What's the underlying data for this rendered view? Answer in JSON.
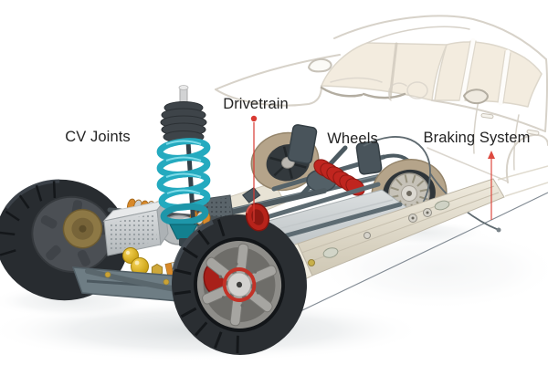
{
  "figure": {
    "type": "technical-illustration",
    "subject": "Electric vehicle rolling chassis cutaway with ghosted car body outline",
    "labels": {
      "cv_joints": {
        "text": "CV Joints",
        "marker": "none"
      },
      "drivetrain": {
        "text": "Drivetrain",
        "marker": "red dot with vertical leader line down to driveshaft coupling"
      },
      "wheels": {
        "text": "Wheels",
        "marker": "none"
      },
      "braking_system": {
        "text": "Braking System",
        "marker": "red vertical leader line with upward arrowhead"
      }
    },
    "colors": {
      "background": "#ffffff",
      "label_text": "#232323",
      "leader_red": "#d93a32",
      "component_red": "#c0251f",
      "suspension_teal": "#28b0c4",
      "bushing_yellow": "#e9b625",
      "tire_dark": "#2a2e32",
      "tan_wheel": "#b5a48a",
      "chassis_beige": "#ddd7c9",
      "frame_slate": "#5d6b72",
      "ghost_outline": "#d7d2c9"
    }
  }
}
